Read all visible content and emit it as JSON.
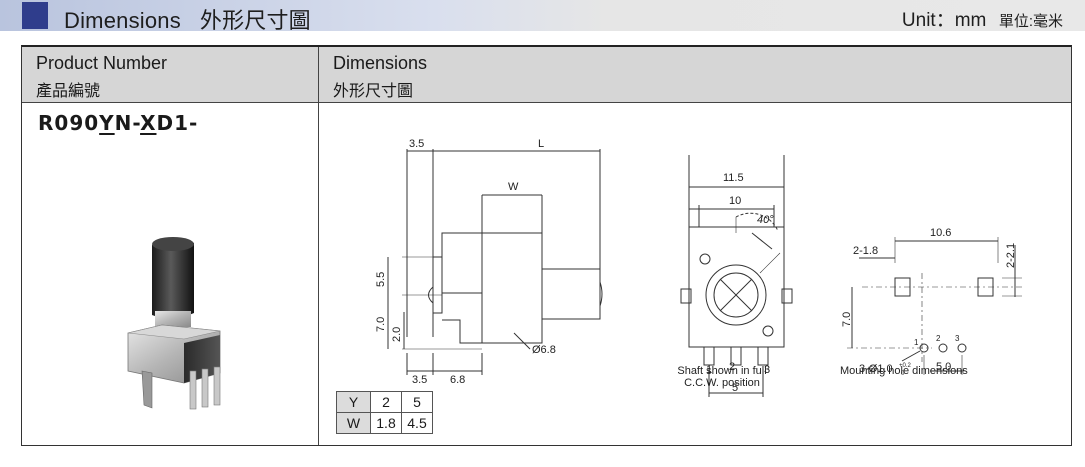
{
  "header": {
    "title_en": "Dimensions",
    "title_zh": "外形尺寸圖",
    "unit_en": "Unit：mm",
    "unit_zh": "單位:毫米"
  },
  "table": {
    "col1_en": "Product Number",
    "col1_zh": "產品編號",
    "col2_en": "Dimensions",
    "col2_zh": "外形尺寸圖"
  },
  "product_number": {
    "p1": "R090",
    "u1": "Y",
    "p2": "N-",
    "u2": "X",
    "p3": "D1-"
  },
  "side_view": {
    "dim_3_5_top": "3.5",
    "dim_L": "L",
    "dim_W": "W",
    "dim_5_5": "5.5",
    "dim_7_0": "7.0",
    "dim_2_0": "2.0",
    "dim_d6_8": "Ø6.8",
    "dim_3_5_bot": "3.5",
    "dim_6_8": "6.8"
  },
  "front_view": {
    "dim_11_5": "11.5",
    "dim_10": "10",
    "angle_40": "40°",
    "pin1": "1",
    "pin2": "2",
    "pin3": "3",
    "dim_5": "5",
    "caption_l1": "Shaft shown in full",
    "caption_l2": "C.C.W. position"
  },
  "mounting": {
    "dim_10_6": "10.6",
    "dim_2_1_8": "2-1.8",
    "dim_2_2_1": "2-2.1",
    "dim_7_0": "7.0",
    "pin1": "1",
    "pin2": "2",
    "pin3": "3",
    "dim_3_d1_0": "3-Ø1.0",
    "tol_plus": "+0.2",
    "tol_zero": "0",
    "dim_5_0": "5.0",
    "caption": "Mounting hole dimensions"
  },
  "yw_table": {
    "rows": [
      {
        "label": "Y",
        "a": "2",
        "b": "5"
      },
      {
        "label": "W",
        "a": "1.8",
        "b": "4.5"
      }
    ]
  },
  "colors": {
    "header_block": "#2f3d8c",
    "table_header": "#d6d6d6"
  }
}
